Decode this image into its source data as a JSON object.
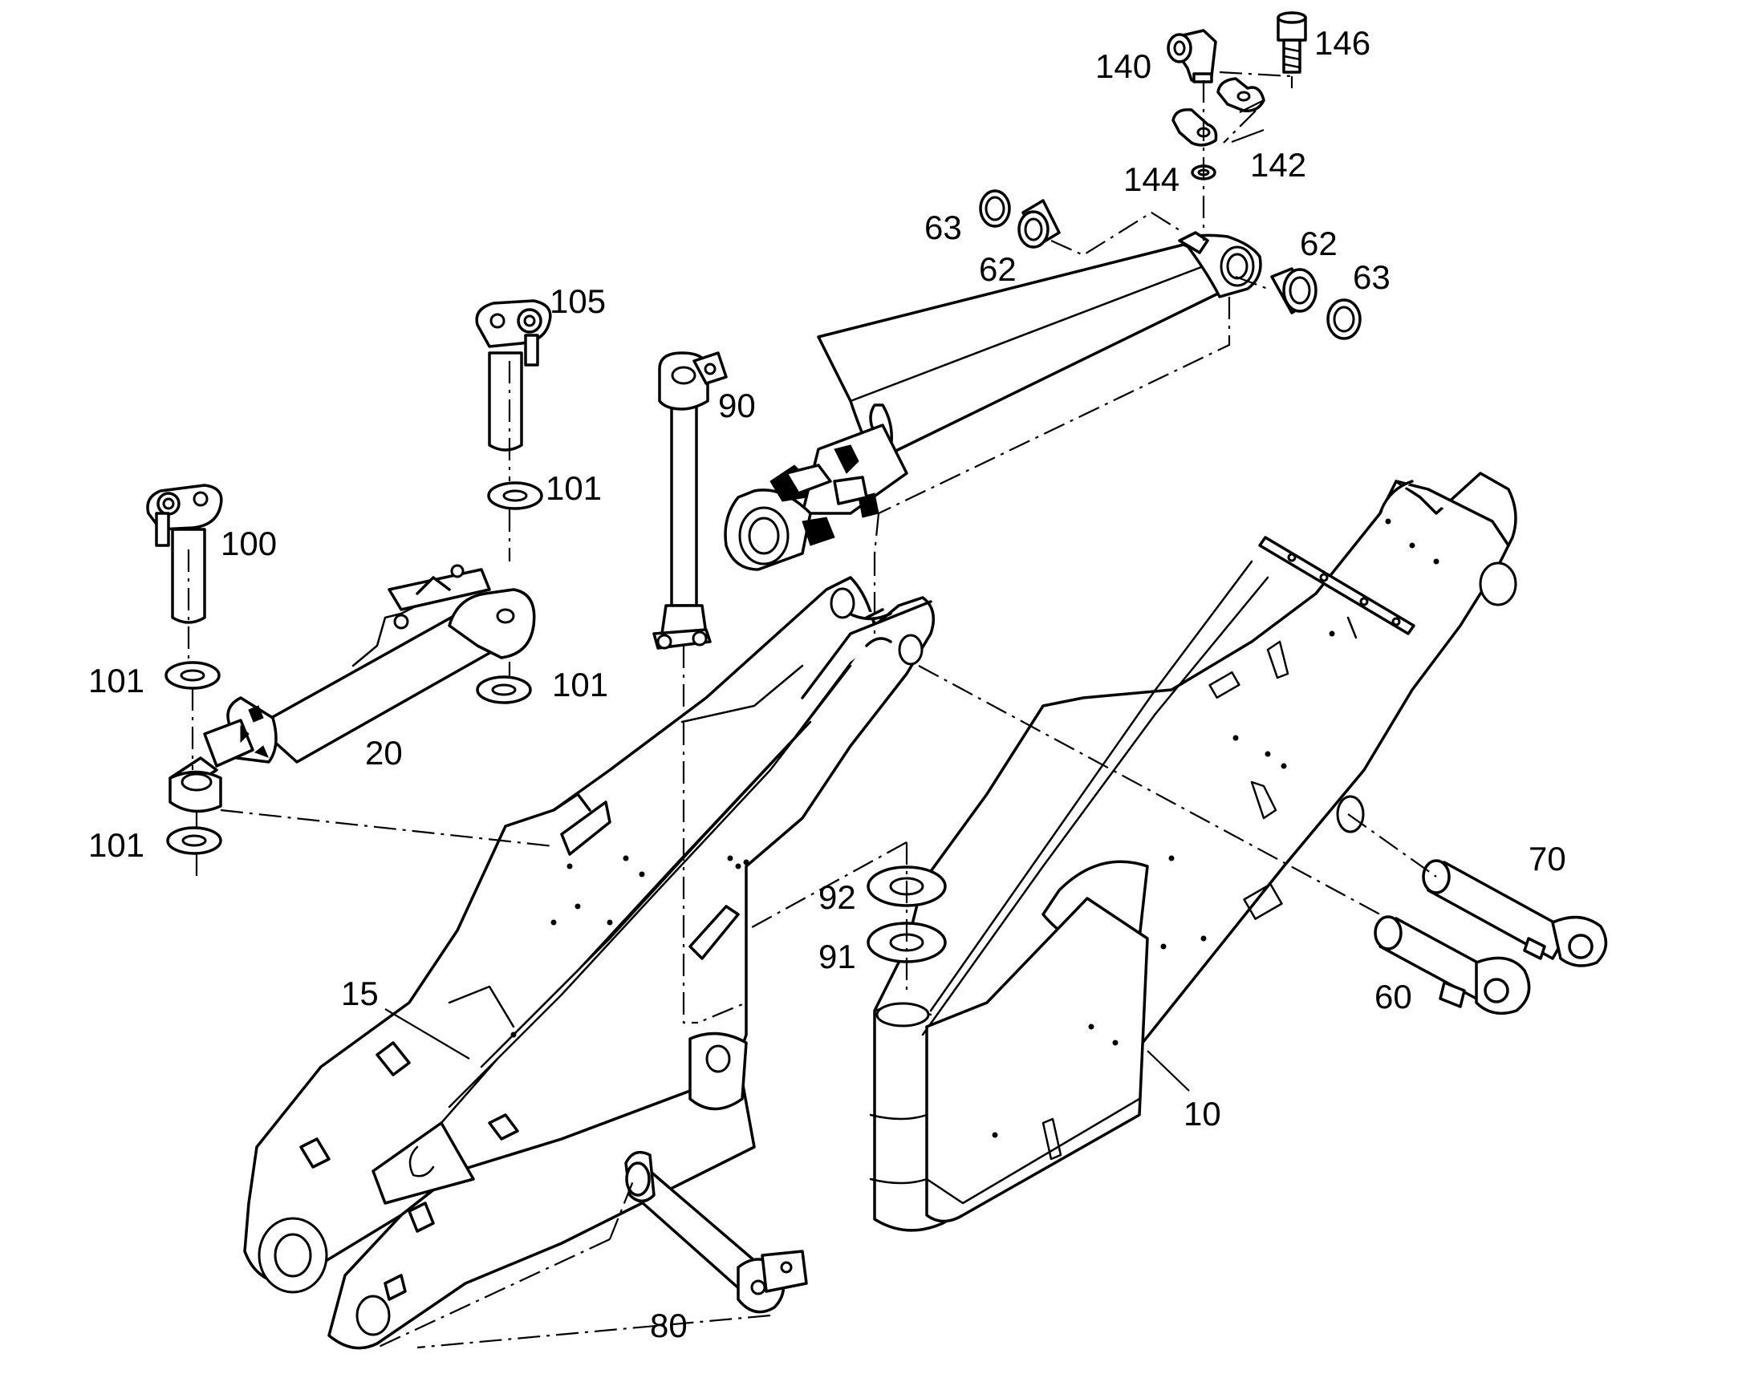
{
  "callouts": [
    {
      "key": "c146",
      "text": "146"
    },
    {
      "key": "c140",
      "text": "140"
    },
    {
      "key": "c142",
      "text": "142"
    },
    {
      "key": "c144",
      "text": "144"
    },
    {
      "key": "c63a",
      "text": "63"
    },
    {
      "key": "c62a",
      "text": "62"
    },
    {
      "key": "c62b",
      "text": "62"
    },
    {
      "key": "c63b",
      "text": "63"
    },
    {
      "key": "c105",
      "text": "105"
    },
    {
      "key": "c90",
      "text": "90"
    },
    {
      "key": "c101a",
      "text": "101"
    },
    {
      "key": "c100",
      "text": "100"
    },
    {
      "key": "c101b",
      "text": "101"
    },
    {
      "key": "c101c",
      "text": "101"
    },
    {
      "key": "c20",
      "text": "20"
    },
    {
      "key": "c101d",
      "text": "101"
    },
    {
      "key": "c70",
      "text": "70"
    },
    {
      "key": "c92",
      "text": "92"
    },
    {
      "key": "c91",
      "text": "91"
    },
    {
      "key": "c60",
      "text": "60"
    },
    {
      "key": "c15",
      "text": "15"
    },
    {
      "key": "c10",
      "text": "10"
    },
    {
      "key": "c80",
      "text": "80"
    }
  ]
}
